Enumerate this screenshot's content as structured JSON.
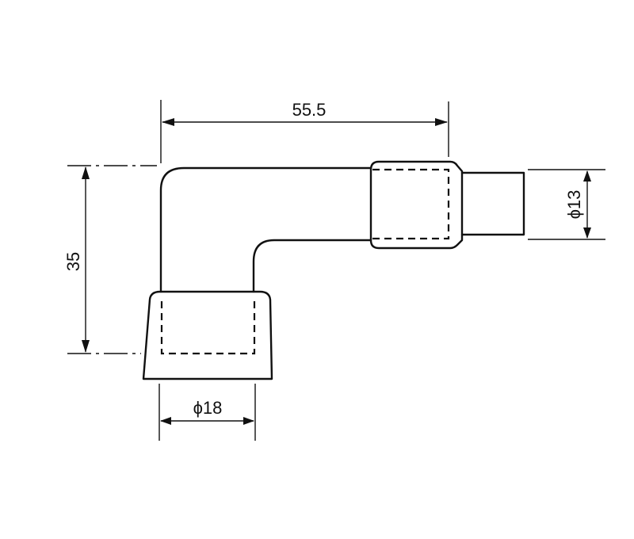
{
  "dimensions": {
    "horizontal_length": "55.5",
    "vertical_height": "35",
    "boot_diameter": "ϕ18",
    "terminal_diameter": "ϕ13"
  }
}
